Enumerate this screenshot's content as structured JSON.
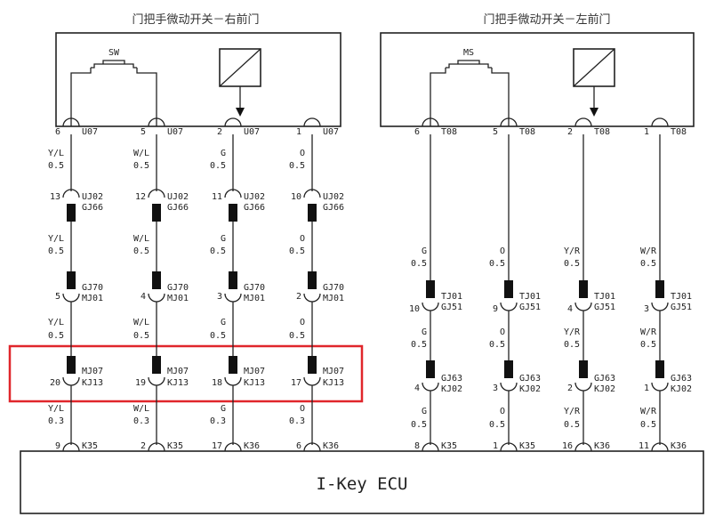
{
  "titles": {
    "right": "门把手微动开关－右前门",
    "left": "门把手微动开关－左前门"
  },
  "switch_labels": {
    "right": "SW",
    "left": "MS"
  },
  "ecu_label": "I-Key ECU",
  "right_columns": [
    {
      "top_pin": "6",
      "top_conn": "U07",
      "w1_color": "Y/L",
      "w1_size": "0.5",
      "c1_pin": "13",
      "c1_a": "UJ02",
      "c1_b": "GJ66",
      "w2_color": "Y/L",
      "w2_size": "0.5",
      "c2_pin": "5",
      "c2_a": "GJ70",
      "c2_b": "MJ01",
      "w3_color": "Y/L",
      "w3_size": "0.5",
      "c3_pin": "20",
      "c3_a": "MJ07",
      "c3_b": "KJ13",
      "w4_color": "Y/L",
      "w4_size": "0.3",
      "bot_pin": "9",
      "bot_conn": "K35"
    },
    {
      "top_pin": "5",
      "top_conn": "U07",
      "w1_color": "W/L",
      "w1_size": "0.5",
      "c1_pin": "12",
      "c1_a": "UJ02",
      "c1_b": "GJ66",
      "w2_color": "W/L",
      "w2_size": "0.5",
      "c2_pin": "4",
      "c2_a": "GJ70",
      "c2_b": "MJ01",
      "w3_color": "W/L",
      "w3_size": "0.5",
      "c3_pin": "19",
      "c3_a": "MJ07",
      "c3_b": "KJ13",
      "w4_color": "W/L",
      "w4_size": "0.3",
      "bot_pin": "2",
      "bot_conn": "K35"
    },
    {
      "top_pin": "2",
      "top_conn": "U07",
      "w1_color": "G",
      "w1_size": "0.5",
      "c1_pin": "11",
      "c1_a": "UJ02",
      "c1_b": "GJ66",
      "w2_color": "G",
      "w2_size": "0.5",
      "c2_pin": "3",
      "c2_a": "GJ70",
      "c2_b": "MJ01",
      "w3_color": "G",
      "w3_size": "0.5",
      "c3_pin": "18",
      "c3_a": "MJ07",
      "c3_b": "KJ13",
      "w4_color": "G",
      "w4_size": "0.3",
      "bot_pin": "17",
      "bot_conn": "K36"
    },
    {
      "top_pin": "1",
      "top_conn": "U07",
      "w1_color": "O",
      "w1_size": "0.5",
      "c1_pin": "10",
      "c1_a": "UJ02",
      "c1_b": "GJ66",
      "w2_color": "O",
      "w2_size": "0.5",
      "c2_pin": "2",
      "c2_a": "GJ70",
      "c2_b": "MJ01",
      "w3_color": "O",
      "w3_size": "0.5",
      "c3_pin": "17",
      "c3_a": "MJ07",
      "c3_b": "KJ13",
      "w4_color": "O",
      "w4_size": "0.3",
      "bot_pin": "6",
      "bot_conn": "K36"
    }
  ],
  "left_columns": [
    {
      "top_pin": "6",
      "top_conn": "T08",
      "w1_color": "G",
      "w1_size": "0.5",
      "c1_pin": "10",
      "c1_a": "TJ01",
      "c1_b": "GJ51",
      "w2_color": "G",
      "w2_size": "0.5",
      "c2_pin": "4",
      "c2_a": "GJ63",
      "c2_b": "KJ02",
      "w3_color": "G",
      "w3_size": "0.5",
      "bot_pin": "8",
      "bot_conn": "K35"
    },
    {
      "top_pin": "5",
      "top_conn": "T08",
      "w1_color": "O",
      "w1_size": "0.5",
      "c1_pin": "9",
      "c1_a": "TJ01",
      "c1_b": "GJ51",
      "w2_color": "O",
      "w2_size": "0.5",
      "c2_pin": "3",
      "c2_a": "GJ63",
      "c2_b": "KJ02",
      "w3_color": "O",
      "w3_size": "0.5",
      "bot_pin": "1",
      "bot_conn": "K35"
    },
    {
      "top_pin": "2",
      "top_conn": "T08",
      "w1_color": "Y/R",
      "w1_size": "0.5",
      "c1_pin": "4",
      "c1_a": "TJ01",
      "c1_b": "GJ51",
      "w2_color": "Y/R",
      "w2_size": "0.5",
      "c2_pin": "2",
      "c2_a": "GJ63",
      "c2_b": "KJ02",
      "w3_color": "Y/R",
      "w3_size": "0.5",
      "bot_pin": "16",
      "bot_conn": "K36"
    },
    {
      "top_pin": "1",
      "top_conn": "T08",
      "w1_color": "W/R",
      "w1_size": "0.5",
      "c1_pin": "3",
      "c1_a": "TJ01",
      "c1_b": "GJ51",
      "w2_color": "W/R",
      "w2_size": "0.5",
      "c2_pin": "1",
      "c2_a": "GJ63",
      "c2_b": "KJ02",
      "w3_color": "W/R",
      "w3_size": "0.5",
      "bot_pin": "11",
      "bot_conn": "K36"
    }
  ],
  "colors": {
    "line": "#222222",
    "highlight": "#e0262b",
    "background": "#ffffff"
  }
}
